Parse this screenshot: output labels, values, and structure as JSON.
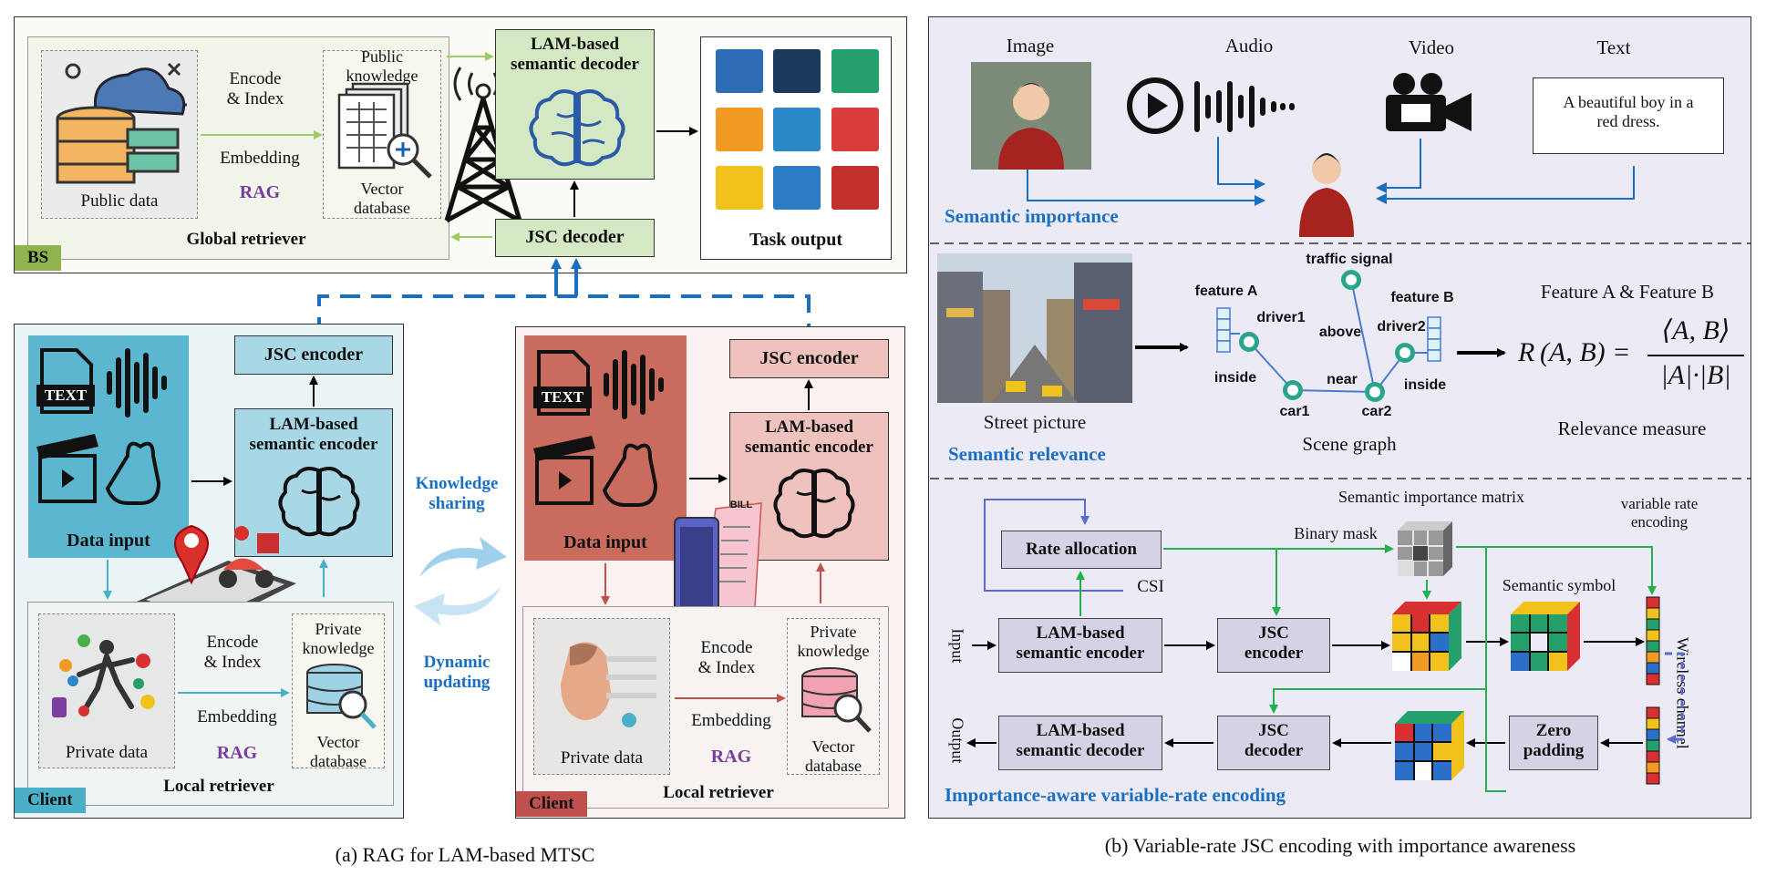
{
  "left": {
    "caption": "(a) RAG for LAM-based MTSC",
    "bs": {
      "tag": "BS",
      "public_data": "Public data",
      "encode_index": "Encode\n& Index",
      "embedding": "Embedding",
      "rag": "RAG",
      "public_knowledge": "Public\nknowledge",
      "vector_database": "Vector\ndatabase",
      "global_retriever": "Global retriever",
      "semantic_decoder": "LAM-based\nsemantic decoder",
      "jsc_decoder": "JSC decoder",
      "task_output": "Task output"
    },
    "client1": {
      "tag": "Client",
      "jsc_encoder": "JSC encoder",
      "semantic_encoder": "LAM-based\nsemantic encoder",
      "data_input": "Data input",
      "text_icon": "TEXT",
      "encode_index": "Encode\n& Index",
      "embedding": "Embedding",
      "rag": "RAG",
      "private_knowledge": "Private\nknowledge",
      "vector_database": "Vector\ndatabase",
      "private_data": "Private data",
      "local_retriever": "Local retriever"
    },
    "middle": {
      "knowledge_sharing": "Knowledge\nsharing",
      "dynamic_updating": "Dynamic\nupdating"
    },
    "client2": {
      "tag": "Client",
      "jsc_encoder": "JSC encoder",
      "semantic_encoder": "LAM-based\nsemantic encoder",
      "data_input": "Data input",
      "text_icon": "TEXT",
      "bill": "BILL",
      "encode_index": "Encode\n& Index",
      "embedding": "Embedding",
      "rag": "RAG",
      "private_knowledge": "Private\nknowledge",
      "vector_database": "Vector\ndatabase",
      "private_data": "Private data",
      "local_retriever": "Local retriever"
    }
  },
  "right": {
    "caption": "(b) Variable-rate JSC encoding with importance awareness",
    "importance": {
      "image": "Image",
      "audio": "Audio",
      "video": "Video",
      "text": "Text",
      "text_content": "A beautiful boy in a\nred dress.",
      "label": "Semantic importance"
    },
    "relevance": {
      "street_picture": "Street picture",
      "scene_graph": "Scene graph",
      "feature_ab": "Feature A & Feature B",
      "relevance_measure": "Relevance measure",
      "label": "Semantic relevance",
      "nodes": {
        "feature_a": "feature A",
        "feature_b": "feature B",
        "traffic_signal": "traffic signal",
        "driver1": "driver1",
        "driver2": "driver2",
        "inside1": "inside",
        "inside2": "inside",
        "above": "above",
        "near": "near",
        "car1": "car1",
        "car2": "car2"
      },
      "formula": {
        "lhs": "R",
        "args": "(A, B) =",
        "num": "⟨A, B⟩",
        "den": "|A|·|B|"
      }
    },
    "encoding": {
      "matrix": "Semantic importance matrix",
      "variable_rate": "variable rate\nencoding",
      "binary_mask": "Binary mask",
      "rate_allocation": "Rate allocation",
      "csi": "CSI",
      "semantic_symbol": "Semantic symbol",
      "input": "Input",
      "output": "Output",
      "sem_encoder": "LAM-based\nsemantic encoder",
      "jsc_encoder": "JSC\nencoder",
      "jsc_decoder": "JSC\ndecoder",
      "sem_decoder": "LAM-based\nsemantic decoder",
      "zero_padding": "Zero\npadding",
      "wireless": "Wireless channel",
      "label": "Importance-aware variable-rate encoding"
    }
  }
}
